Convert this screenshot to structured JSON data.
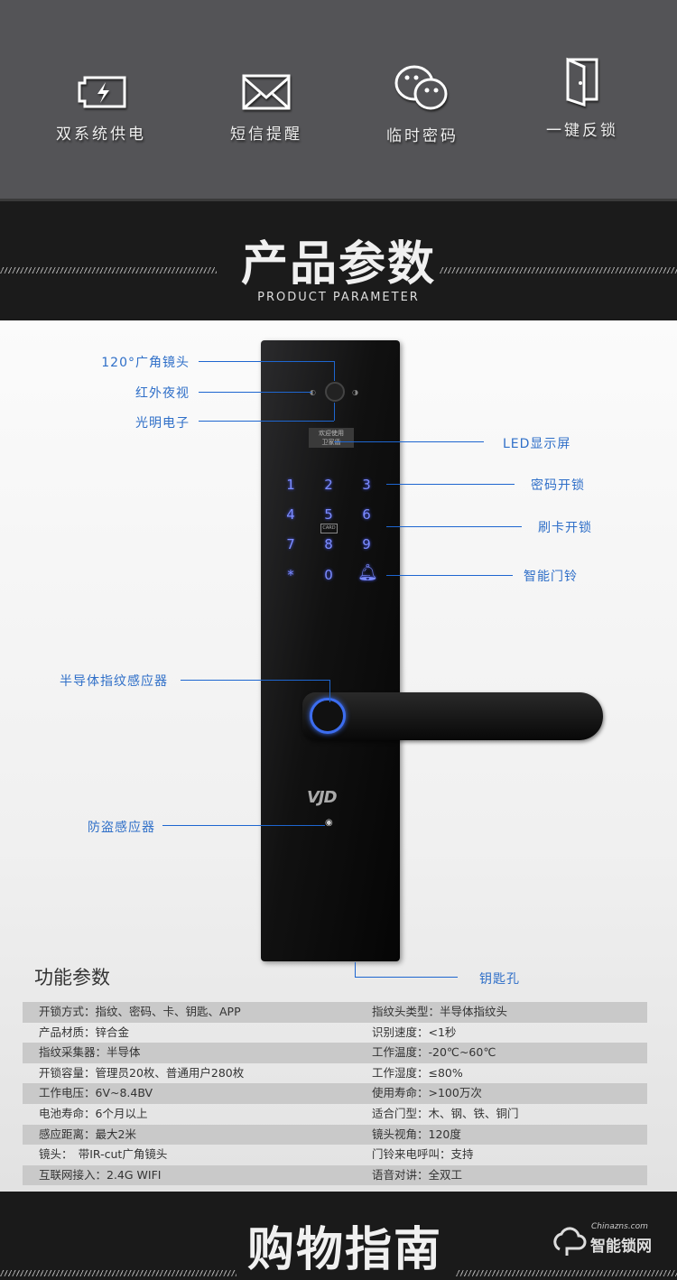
{
  "features": [
    {
      "icon": "battery-charging-icon",
      "label": "双系统供电"
    },
    {
      "icon": "envelope-icon",
      "label": "短信提醒"
    },
    {
      "icon": "chat-bubbles-icon",
      "label": "临时密码"
    },
    {
      "icon": "door-icon",
      "label": "一键反锁"
    }
  ],
  "header": {
    "title": "产品参数",
    "subtitle": "PRODUCT PARAMETER"
  },
  "lock": {
    "display_lines": [
      "欢迎使用",
      "卫家盾"
    ],
    "keys": [
      "1",
      "2",
      "3",
      "4",
      "5",
      "6",
      "7",
      "8",
      "9",
      "*",
      "0"
    ],
    "card_label": "CARD",
    "brand_logo": "VJD"
  },
  "callouts": {
    "camera": "120°广角镜头",
    "ir": "红外夜视",
    "light": "光明电子",
    "led": "LED显示屏",
    "password": "密码开锁",
    "card": "刷卡开锁",
    "doorbell": "智能门铃",
    "fingerprint": "半导体指纹感应器",
    "antitheft": "防盗感应器",
    "keyhole": "钥匙孔"
  },
  "specs": {
    "title": "功能参数",
    "rows": [
      [
        "开锁方式：指纹、密码、卡、钥匙、APP",
        "指纹头类型：半导体指纹头"
      ],
      [
        "产品材质：锌合金",
        "识别速度：<1秒"
      ],
      [
        "指纹采集器：半导体",
        "工作温度：-20℃~60℃"
      ],
      [
        "开锁容量：管理员20枚、普通用户280枚",
        "工作湿度：≤80%"
      ],
      [
        "工作电压：6V~8.4BV",
        "使用寿命：>100万次"
      ],
      [
        "电池寿命：6个月以上",
        "适合门型：木、钢、铁、铜门"
      ],
      [
        "感应距离：最大2米",
        "镜头视角：120度"
      ],
      [
        "镜头：　带IR-cut广角镜头",
        "门铃来电呼叫：支持"
      ],
      [
        "互联网接入：2.4G WIFI",
        "语音对讲：全双工"
      ]
    ]
  },
  "footer": {
    "title": "购物指南",
    "logo_top": "Chinazns.com",
    "logo_text": "智能锁网"
  },
  "colors": {
    "callout": "#2f6fc8",
    "line": "#1e66d0",
    "dark": "#1b1b1b",
    "gray": "#545457"
  }
}
